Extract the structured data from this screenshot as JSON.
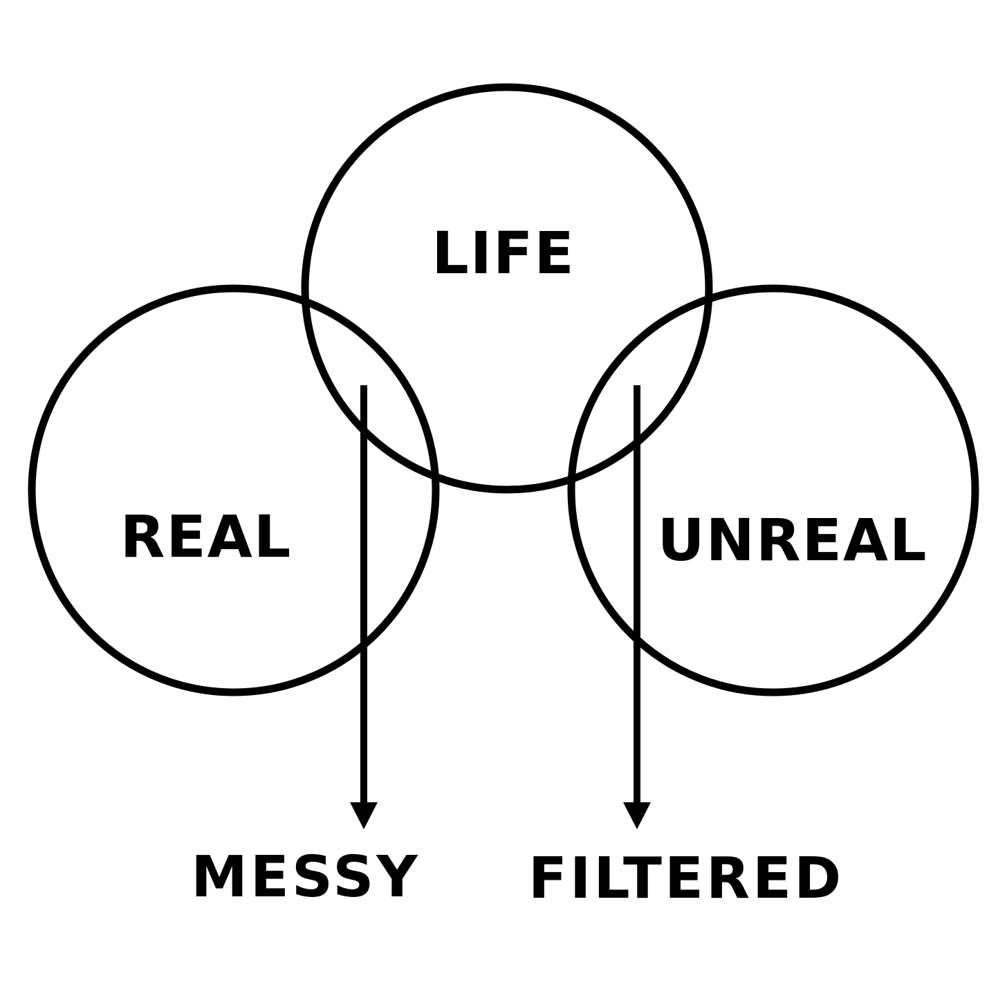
{
  "diagram": {
    "circles": {
      "life": {
        "label": "LIFE"
      },
      "real": {
        "label": "REAL"
      },
      "unreal": {
        "label": "UNREAL"
      }
    },
    "outcomes": {
      "messy": {
        "label": "MESSY"
      },
      "filtered": {
        "label": "FILTERED"
      }
    },
    "colors": {
      "stroke": "#000000",
      "background": "#ffffff"
    }
  }
}
